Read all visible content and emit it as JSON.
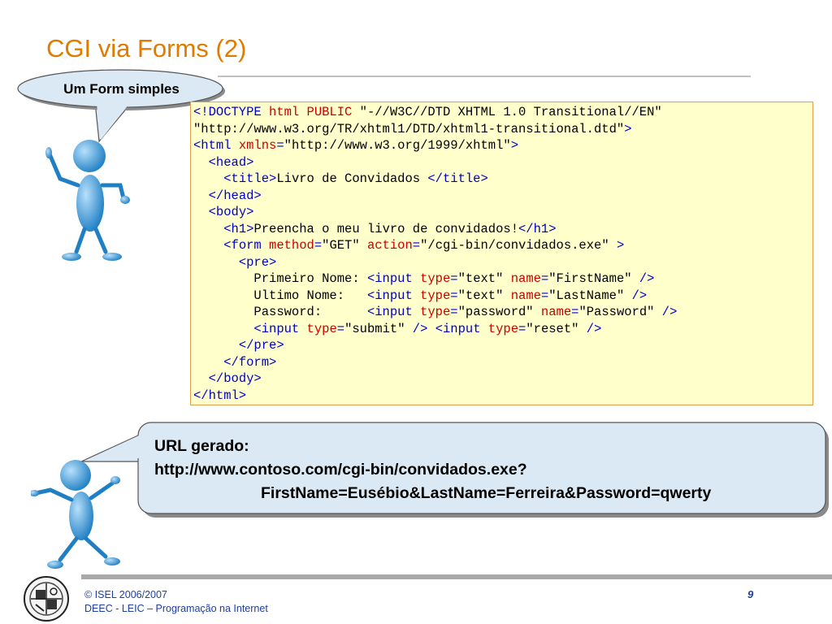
{
  "slide": {
    "title": "CGI via Forms (2)",
    "bubble_top": "Um Form simples",
    "bubble_bottom": {
      "line1": "URL gerado:",
      "line2": "http://www.contoso.com/cgi-bin/convidados.exe?",
      "line3": "FirstName=Eusébio&LastName=Ferreira&Password=qwerty"
    }
  },
  "code_lines": [
    [
      {
        "c": "t",
        "s": "<!DOCTYPE "
      },
      {
        "c": "a",
        "s": "html PUBLIC "
      },
      {
        "c": "v",
        "s": "\"-//W3C//DTD XHTML 1.0 Transitional//EN\""
      }
    ],
    [
      {
        "c": "v",
        "s": "\"http://www.w3.org/TR/xhtml1/DTD/xhtml1-transitional.dtd\""
      },
      {
        "c": "t",
        "s": ">"
      }
    ],
    [
      {
        "c": "t",
        "s": "<html "
      },
      {
        "c": "a",
        "s": "xmlns"
      },
      {
        "c": "t",
        "s": "="
      },
      {
        "c": "v",
        "s": "\"http://www.w3.org/1999/xhtml\""
      },
      {
        "c": "t",
        "s": ">"
      }
    ],
    [
      {
        "c": "v",
        "s": "  "
      },
      {
        "c": "t",
        "s": "<head>"
      }
    ],
    [
      {
        "c": "v",
        "s": "    "
      },
      {
        "c": "t",
        "s": "<title>"
      },
      {
        "c": "v",
        "s": "Livro de Convidados "
      },
      {
        "c": "t",
        "s": "</title>"
      }
    ],
    [
      {
        "c": "v",
        "s": "  "
      },
      {
        "c": "t",
        "s": "</head>"
      }
    ],
    [
      {
        "c": "v",
        "s": "  "
      },
      {
        "c": "t",
        "s": "<body>"
      }
    ],
    [
      {
        "c": "v",
        "s": "    "
      },
      {
        "c": "t",
        "s": "<h1>"
      },
      {
        "c": "v",
        "s": "Preencha o meu livro de convidados!"
      },
      {
        "c": "t",
        "s": "</h1>"
      }
    ],
    [
      {
        "c": "v",
        "s": "    "
      },
      {
        "c": "t",
        "s": "<form "
      },
      {
        "c": "a",
        "s": "method"
      },
      {
        "c": "t",
        "s": "="
      },
      {
        "c": "v",
        "s": "\"GET\" "
      },
      {
        "c": "a",
        "s": "action"
      },
      {
        "c": "t",
        "s": "="
      },
      {
        "c": "v",
        "s": "\"/cgi-bin/convidados.exe\" "
      },
      {
        "c": "t",
        "s": ">"
      }
    ],
    [
      {
        "c": "v",
        "s": "      "
      },
      {
        "c": "t",
        "s": "<pre>"
      }
    ],
    [
      {
        "c": "v",
        "s": "        Primeiro Nome: "
      },
      {
        "c": "t",
        "s": "<input "
      },
      {
        "c": "a",
        "s": "type"
      },
      {
        "c": "t",
        "s": "="
      },
      {
        "c": "v",
        "s": "\"text\" "
      },
      {
        "c": "a",
        "s": "name"
      },
      {
        "c": "t",
        "s": "="
      },
      {
        "c": "v",
        "s": "\"FirstName\" "
      },
      {
        "c": "t",
        "s": "/>"
      }
    ],
    [
      {
        "c": "v",
        "s": "        Ultimo Nome:   "
      },
      {
        "c": "t",
        "s": "<input "
      },
      {
        "c": "a",
        "s": "type"
      },
      {
        "c": "t",
        "s": "="
      },
      {
        "c": "v",
        "s": "\"text\" "
      },
      {
        "c": "a",
        "s": "name"
      },
      {
        "c": "t",
        "s": "="
      },
      {
        "c": "v",
        "s": "\"LastName\" "
      },
      {
        "c": "t",
        "s": "/>"
      }
    ],
    [
      {
        "c": "v",
        "s": "        Password:      "
      },
      {
        "c": "t",
        "s": "<input "
      },
      {
        "c": "a",
        "s": "type"
      },
      {
        "c": "t",
        "s": "="
      },
      {
        "c": "v",
        "s": "\"password\" "
      },
      {
        "c": "a",
        "s": "name"
      },
      {
        "c": "t",
        "s": "="
      },
      {
        "c": "v",
        "s": "\"Password\" "
      },
      {
        "c": "t",
        "s": "/>"
      }
    ],
    [
      {
        "c": "v",
        "s": "        "
      },
      {
        "c": "t",
        "s": "<input "
      },
      {
        "c": "a",
        "s": "type"
      },
      {
        "c": "t",
        "s": "="
      },
      {
        "c": "v",
        "s": "\"submit\" "
      },
      {
        "c": "t",
        "s": "/> <input "
      },
      {
        "c": "a",
        "s": "type"
      },
      {
        "c": "t",
        "s": "="
      },
      {
        "c": "v",
        "s": "\"reset\" "
      },
      {
        "c": "t",
        "s": "/>"
      }
    ],
    [
      {
        "c": "v",
        "s": "      "
      },
      {
        "c": "t",
        "s": "</pre>"
      }
    ],
    [
      {
        "c": "v",
        "s": "    "
      },
      {
        "c": "t",
        "s": "</form>"
      }
    ],
    [
      {
        "c": "v",
        "s": "  "
      },
      {
        "c": "t",
        "s": "</body>"
      }
    ],
    [
      {
        "c": "t",
        "s": "</html>"
      }
    ]
  ],
  "footer": {
    "copyright": "© ISEL 2006/2007",
    "course": "DEEC - LEIC – Programação na Internet",
    "page_number": "9"
  },
  "colors": {
    "title": "#e07b00",
    "tag": "#0000cc",
    "attribute": "#cc0000",
    "code_background": "#ffffcc",
    "bubble_fill": "#dbe9f4",
    "figure": "#3a9ad9",
    "footer_text": "#1f3fa0"
  },
  "icons": [
    "stick-figure-icon",
    "isel-logo-icon"
  ]
}
